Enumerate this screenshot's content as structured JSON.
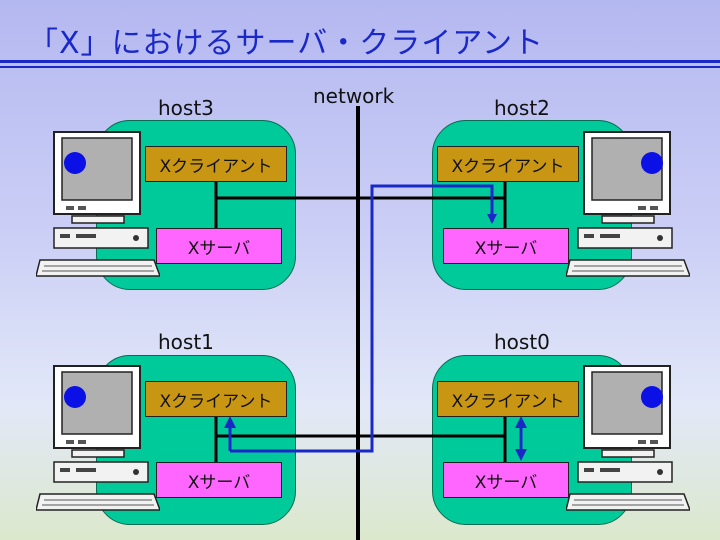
{
  "title": "「X」におけるサーバ・クライアント",
  "network_label": "network",
  "hosts": [
    {
      "name": "host3",
      "client_label": "Xクライアント",
      "server_label": "Xサーバ"
    },
    {
      "name": "host2",
      "client_label": "Xクライアント",
      "server_label": "Xサーバ"
    },
    {
      "name": "host1",
      "client_label": "Xクライアント",
      "server_label": "Xサーバ"
    },
    {
      "name": "host0",
      "client_label": "Xクライアント",
      "server_label": "Xサーバ"
    }
  ],
  "colors": {
    "title": "#1a28c8",
    "host_area": "#00c99a",
    "client_box": "#c89612",
    "server_box": "#ff66ff",
    "network_line": "#000000",
    "display_path": "#1a28c8"
  },
  "icons": [
    "computer-icon"
  ]
}
